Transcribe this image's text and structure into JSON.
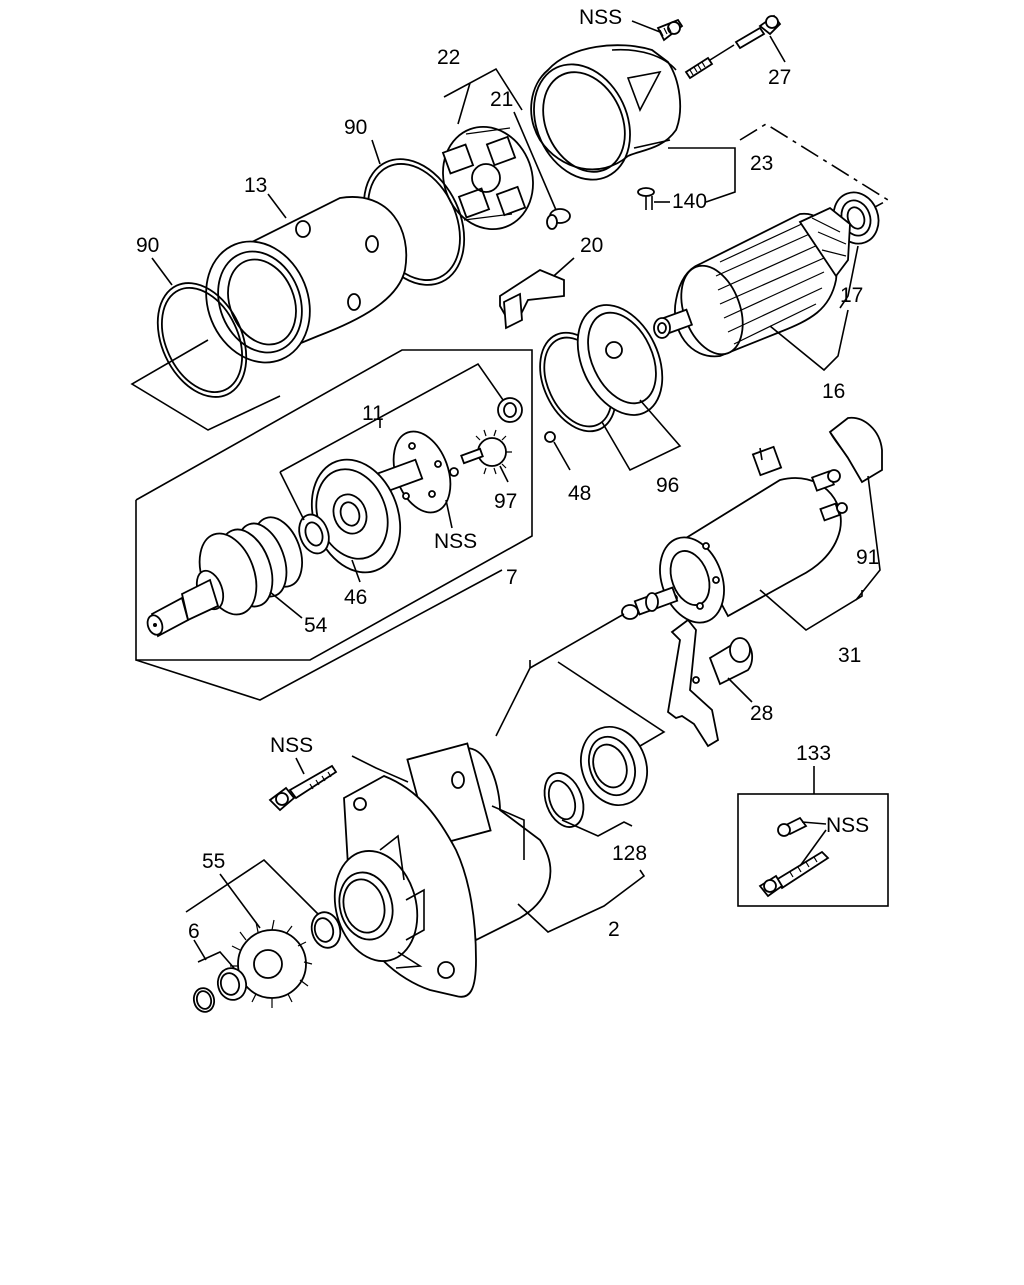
{
  "labels": {
    "nss_top": "NSS",
    "p27": "27",
    "p22": "22",
    "p21": "21",
    "p90_upper": "90",
    "p13": "13",
    "p23": "23",
    "p140": "140",
    "p90_left": "90",
    "p20": "20",
    "p17": "17",
    "p16": "16",
    "p11": "11",
    "p97": "97",
    "p48": "48",
    "p96": "96",
    "nss_mid": "NSS",
    "p46": "46",
    "p7": "7",
    "p54": "54",
    "p91": "91",
    "p31": "31",
    "p28": "28",
    "nss_lower": "NSS",
    "p133": "133",
    "nss_box": "NSS",
    "p128": "128",
    "p55": "55",
    "p6": "6",
    "p2": "2"
  }
}
